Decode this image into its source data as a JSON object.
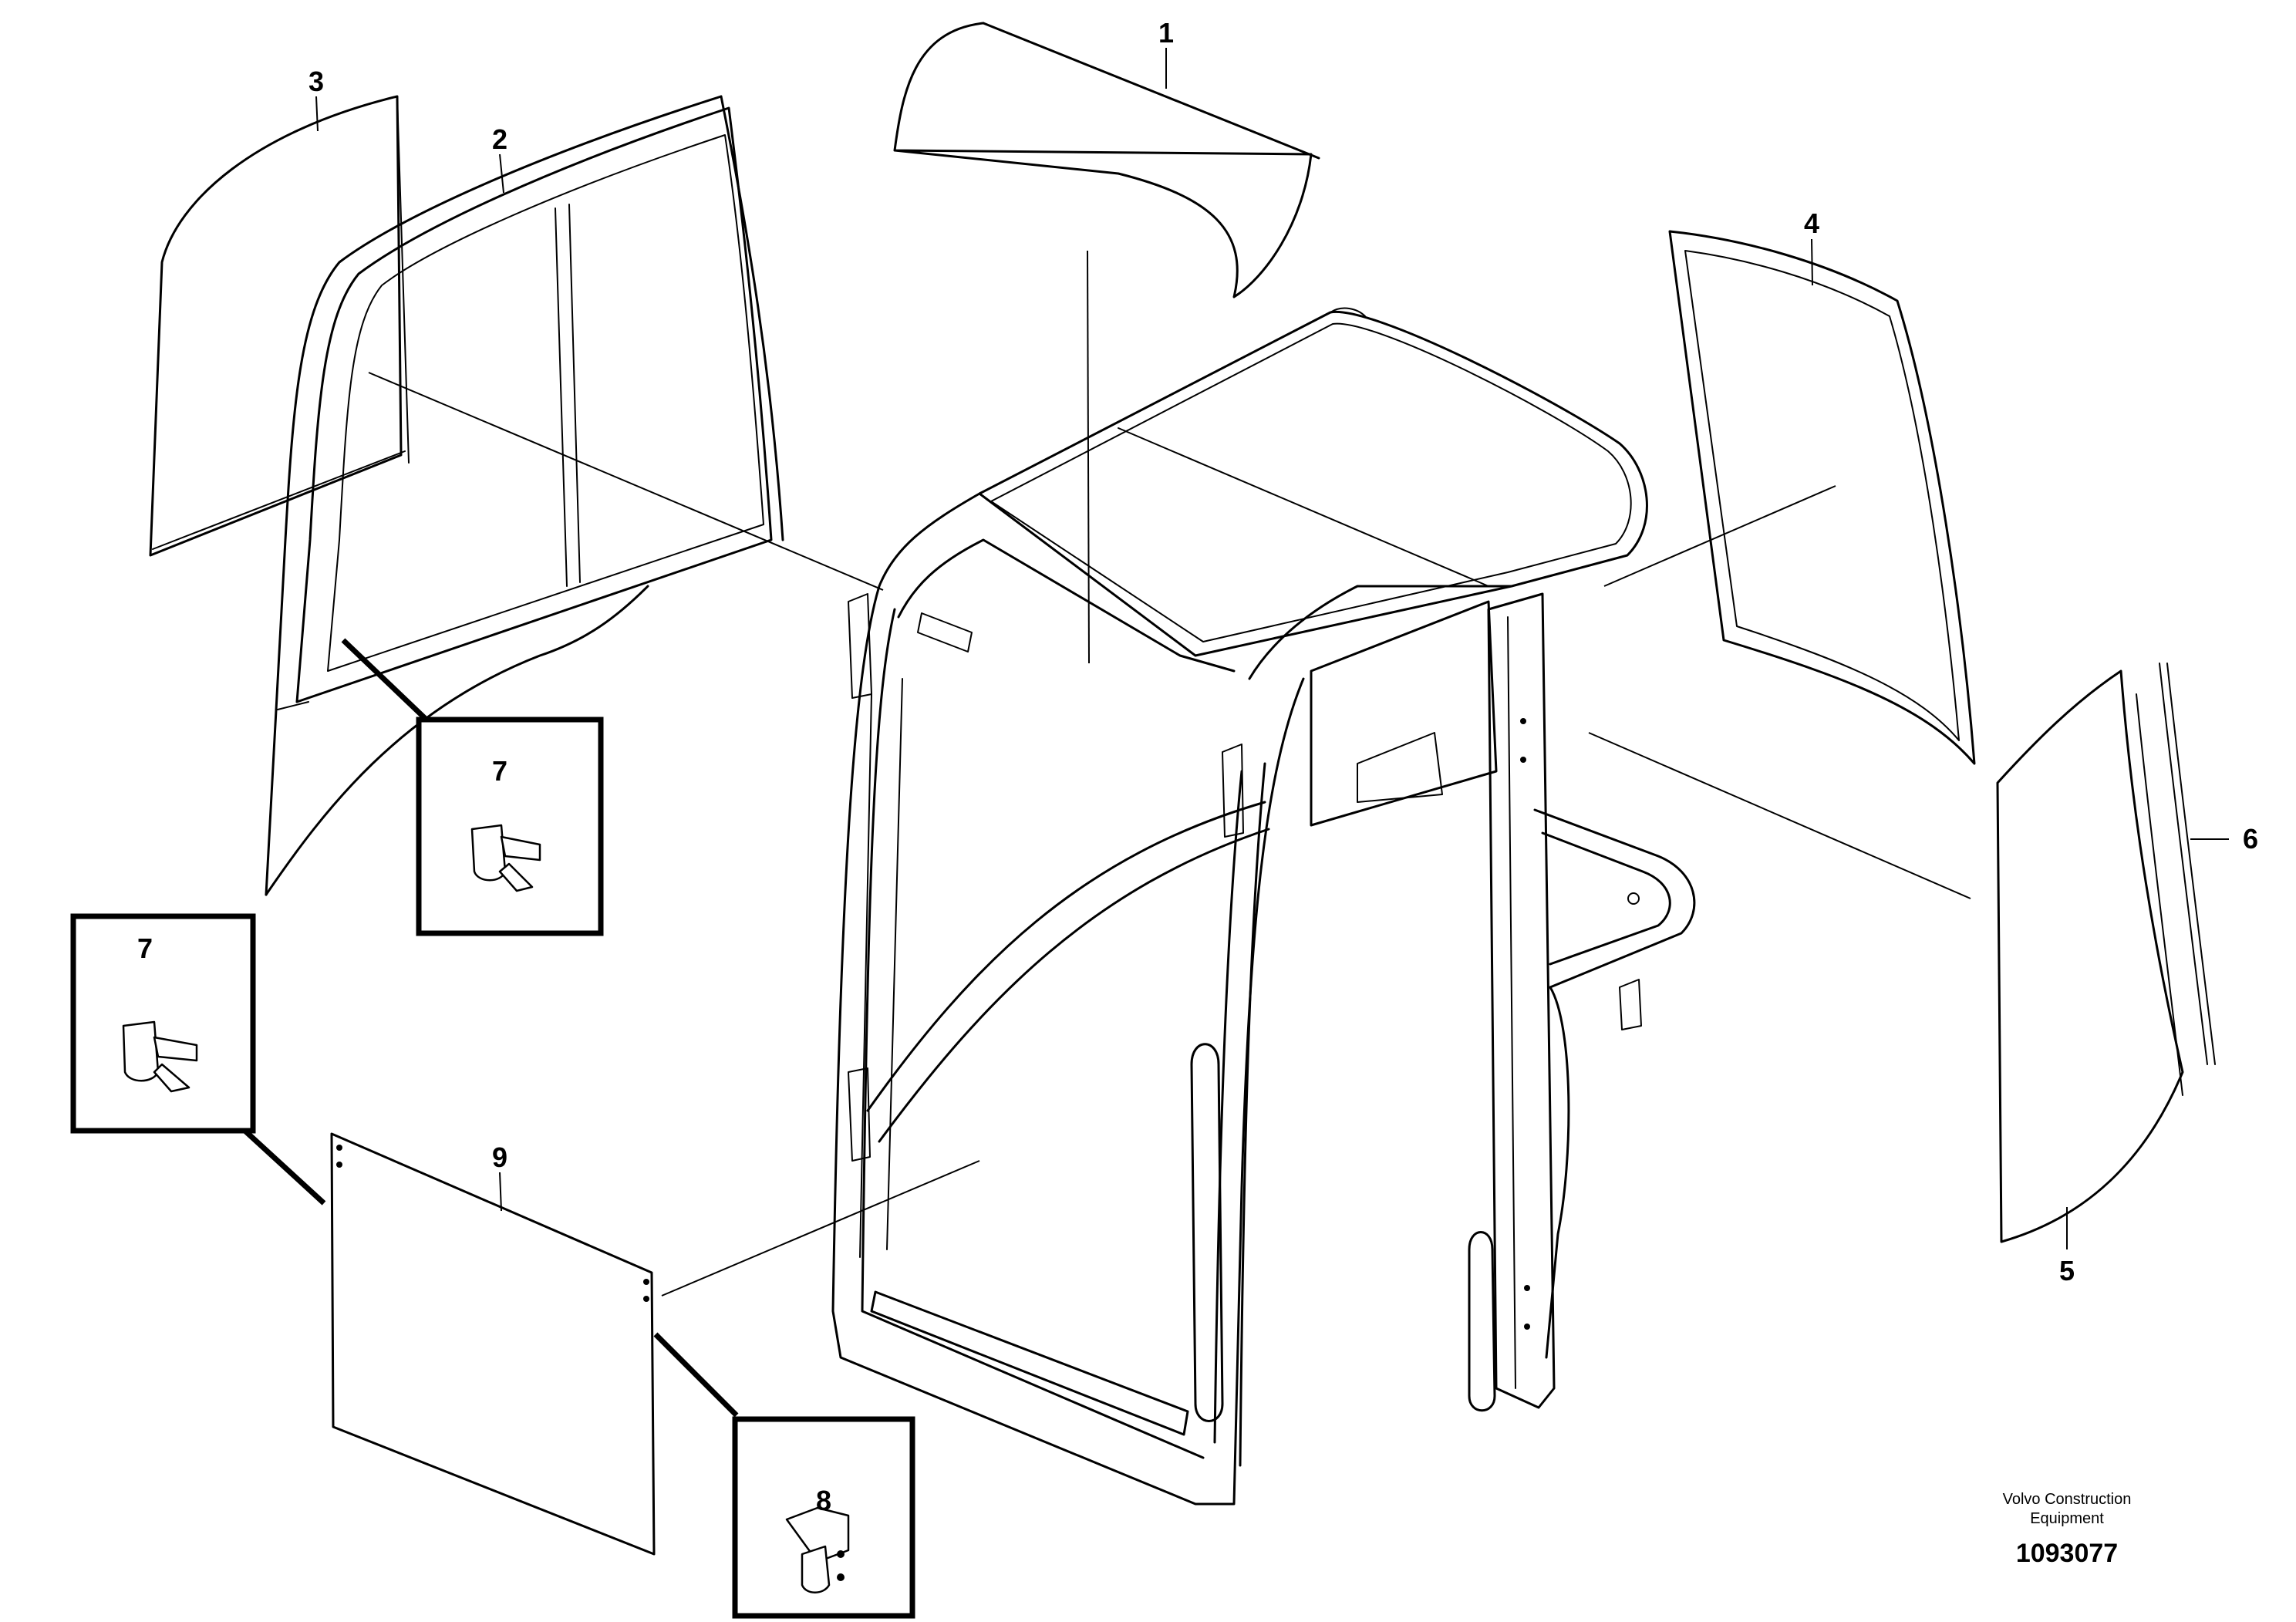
{
  "callouts": {
    "c1": "1",
    "c2": "2",
    "c3": "3",
    "c4": "4",
    "c5": "5",
    "c6": "6",
    "c7a": "7",
    "c7b": "7",
    "c8": "8",
    "c9": "9"
  },
  "credit": {
    "line1": "Volvo Construction",
    "line2": "Equipment"
  },
  "document_number": "1093077"
}
